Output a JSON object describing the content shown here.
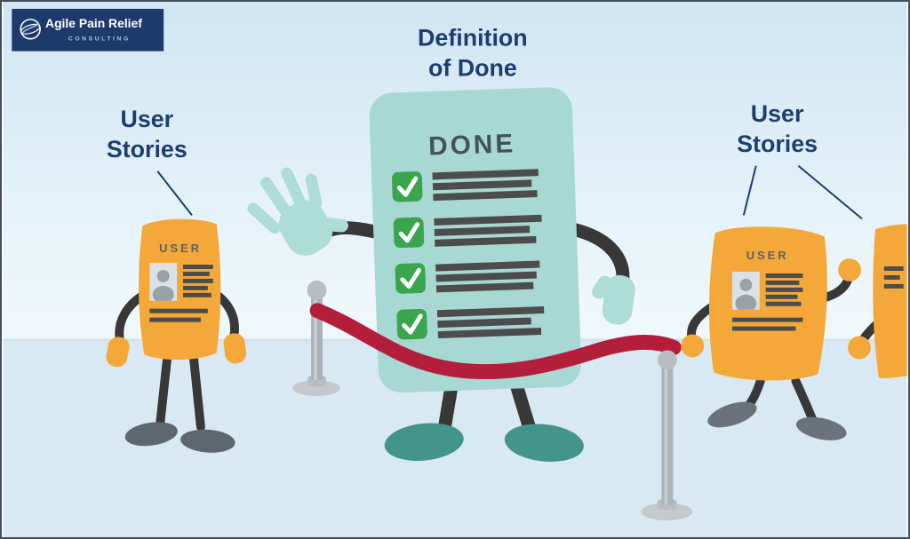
{
  "logo": {
    "brand": "Agile Pain Relief",
    "tagline": "CONSULTING"
  },
  "title": {
    "line1": "Definition",
    "line2": "of Done"
  },
  "left_label": {
    "line1": "User",
    "line2": "Stories"
  },
  "right_label": {
    "line1": "User",
    "line2": "Stories"
  },
  "done_card": {
    "heading": "DONE",
    "checklist_item_count": 4
  },
  "user_card": {
    "label": "USER"
  },
  "colors": {
    "navy": "#1d3e6f",
    "teal_card": "#a8d8d3",
    "teal_hand": "#aedcd7",
    "teal_shoe": "#43948c",
    "orange": "#f4a83a",
    "rope_red": "#b31f3a",
    "check_green": "#3aa54d",
    "dark_limb": "#383838",
    "stanchion_gray": "#aab2b9"
  }
}
